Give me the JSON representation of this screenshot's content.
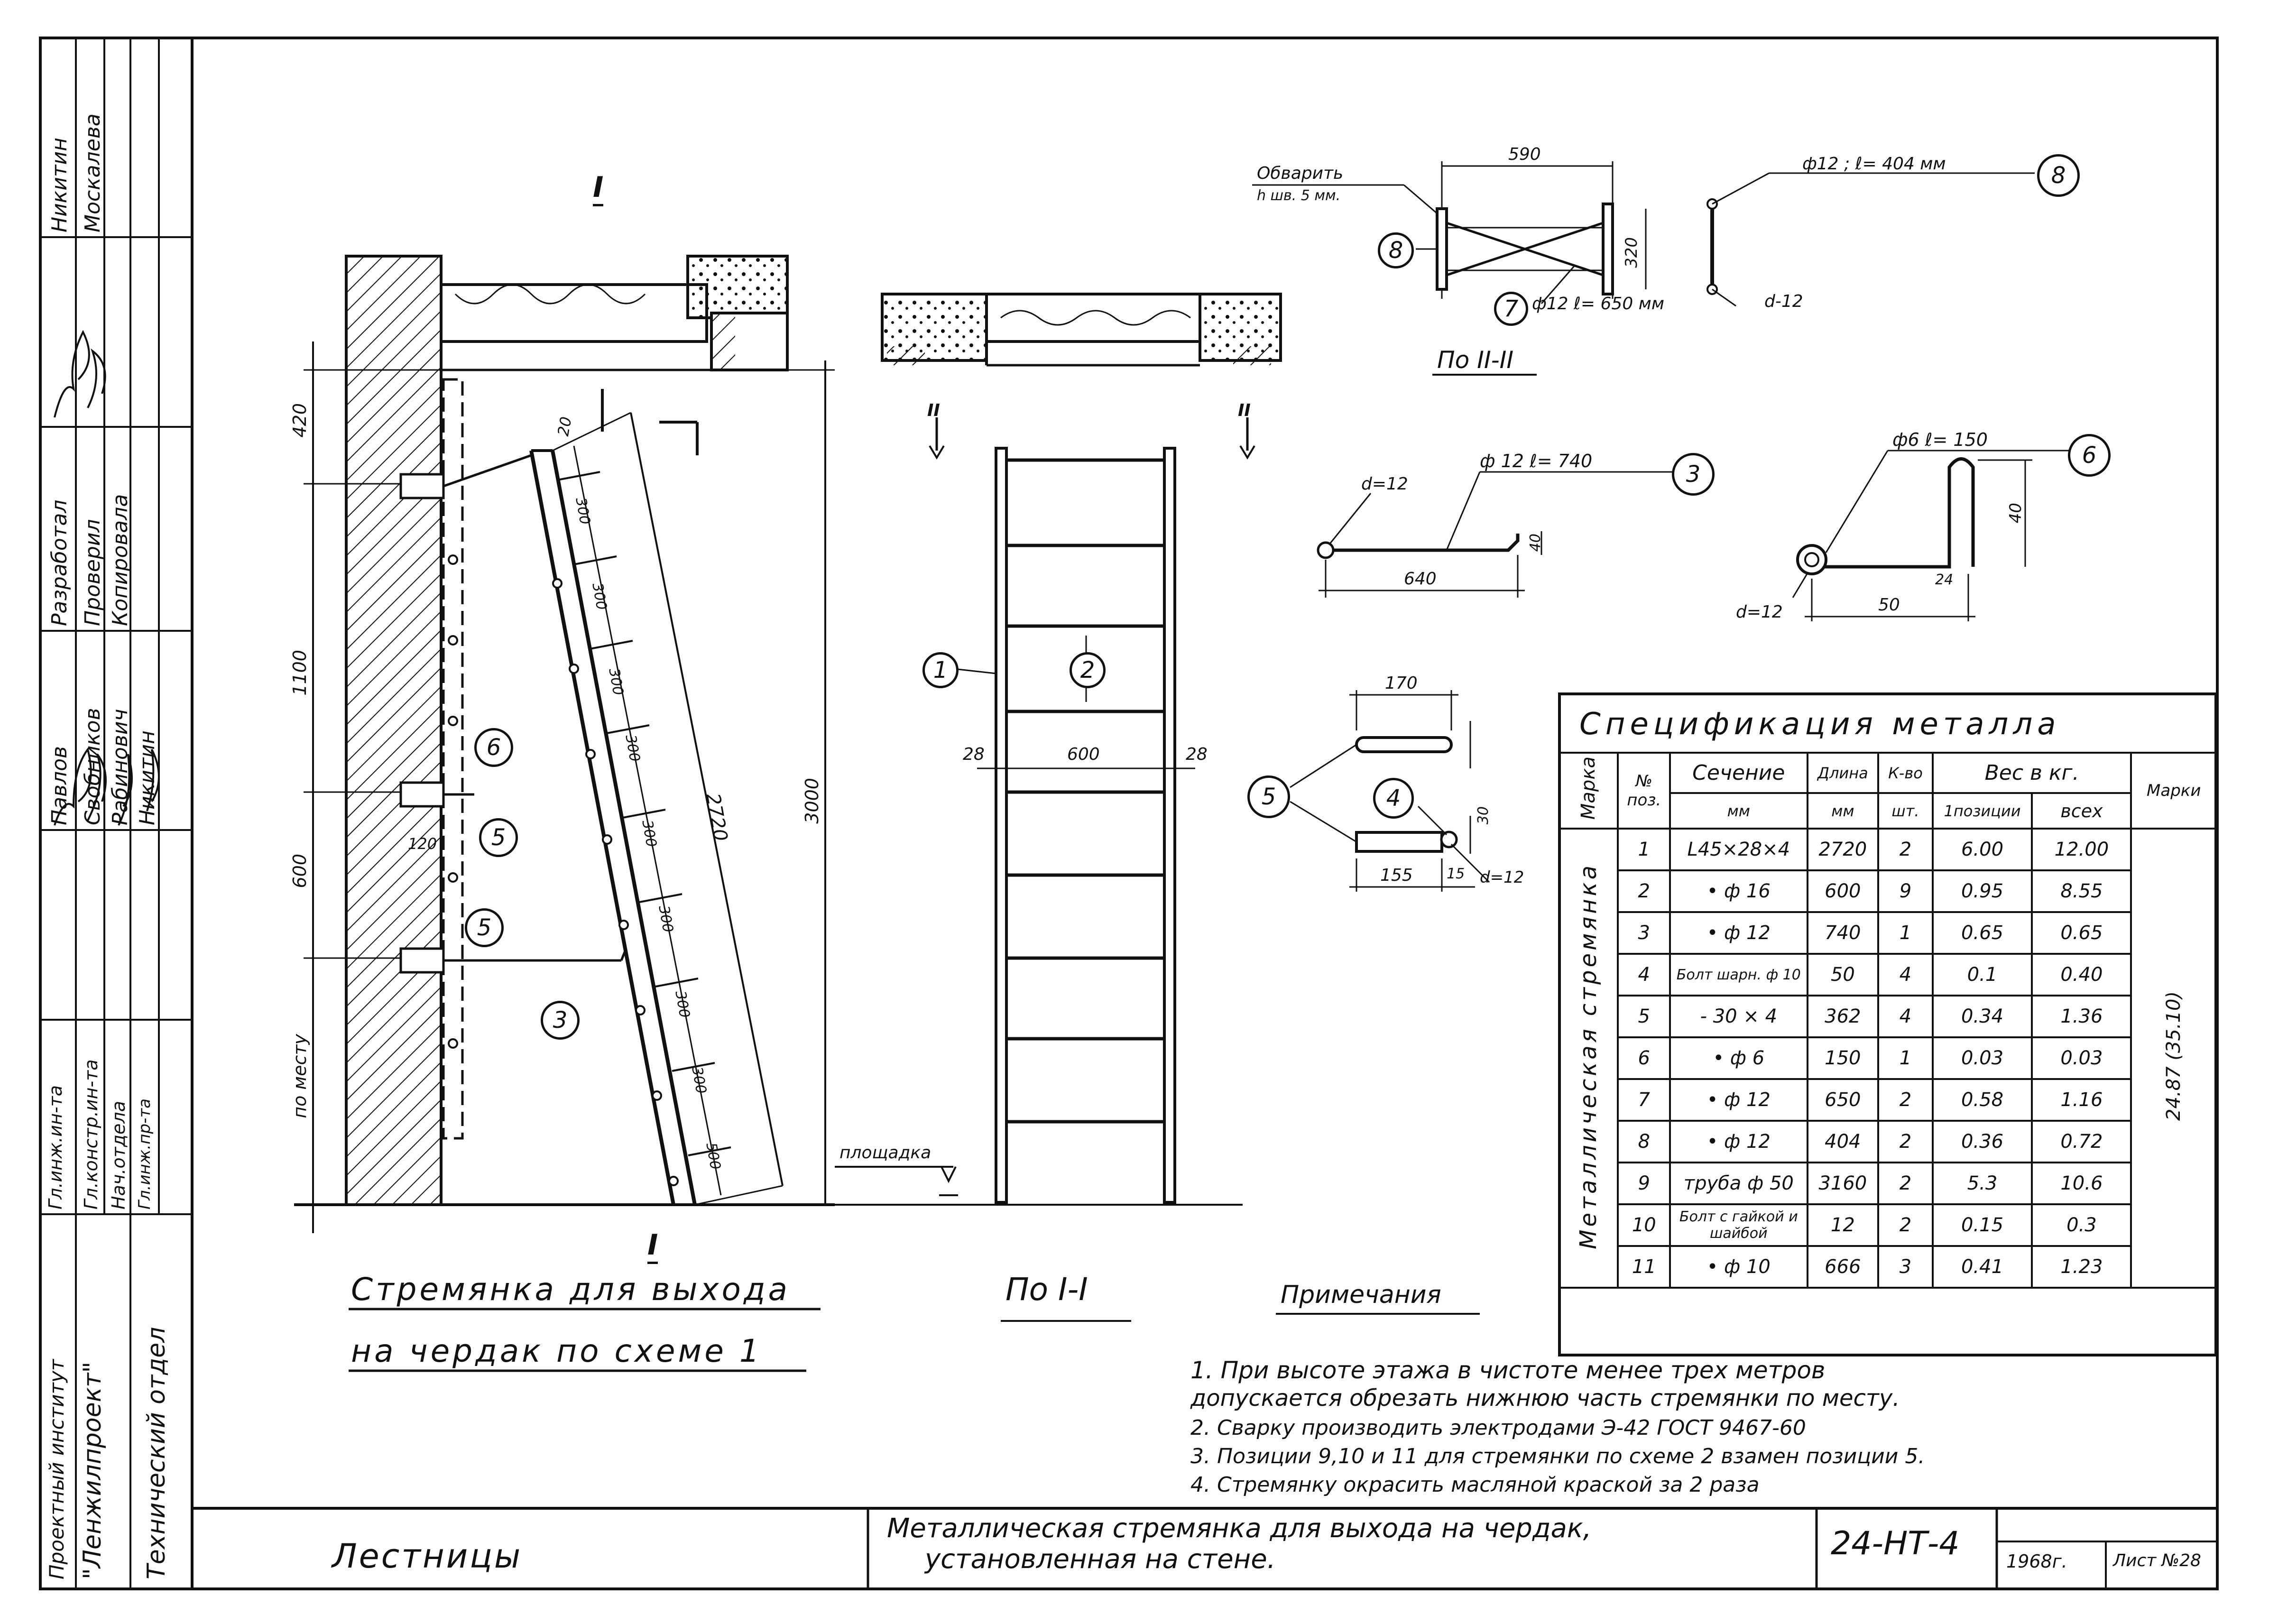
{
  "stamp": {
    "institute": "Проектный институт",
    "org": "\"Ленжилпроект\"",
    "dept": "Технический отдел",
    "roles": [
      "Гл.инж.ин-та",
      "Гл.констр.ин-та",
      "Нач.отдела",
      "Гл.инж.пр-та"
    ],
    "names": [
      "Павлов",
      "Свобников",
      "Рабинович",
      "Никитин"
    ],
    "roles2": [
      "Разработал",
      "Проверил",
      "Копировала"
    ],
    "names2": [
      "Никитин",
      "Москалева"
    ]
  },
  "views": {
    "left_section": "I",
    "left_section_bottom": "I",
    "middle_section": "II",
    "middle_caption": "По I-I",
    "top_caption": "По II-II",
    "ploshchadka": "площадка",
    "po_mestu": "по месту"
  },
  "left_title": {
    "line1": "Стремянка для выхода",
    "line2": "на чердак по схеме 1"
  },
  "dims_left": {
    "d420": "420",
    "d1100": "1100",
    "d600": "600",
    "d3000": "3000",
    "d2720": "2720",
    "d20": "20",
    "d120": "120",
    "s300": "300",
    "s500": "500"
  },
  "dims_middle": {
    "d600": "600",
    "d28a": "28",
    "d28b": "28"
  },
  "details": {
    "obvarit": "Обварить",
    "h5": "h шв. 5 мм.",
    "d590": "590",
    "d320": "320",
    "pos7": "ф12  ℓ= 650 мм",
    "pos8": "ф12 ; ℓ= 404 мм",
    "d12a": "d-12",
    "pos3": "ф 12  ℓ= 740",
    "d12b": "d=12",
    "d640": "640",
    "d40a": "40",
    "pos6": "ф6  ℓ= 150",
    "d12c": "d=12",
    "d50": "50",
    "d24": "24",
    "d40b": "40",
    "d170": "170",
    "d155": "155",
    "d15": "15",
    "d30": "30",
    "d12d": "d=12"
  },
  "callouts": [
    "1",
    "2",
    "3",
    "4",
    "5",
    "6",
    "7",
    "8"
  ],
  "spec": {
    "title": "Спецификация металла",
    "h_marka": "Марка",
    "h_pos": "№ поз.",
    "h_sechenie": "Сечение",
    "h_mm": "мм",
    "h_dlina": "Длина",
    "h_mm2": "мм",
    "h_kvo": "К-во",
    "h_sht": "шт.",
    "h_ves": "Вес в кг.",
    "h_1pos": "1позиции",
    "h_vseh": "всех",
    "h_marki": "Марки",
    "marka_name": "Металлическая стремянка",
    "marka_total": "24.87 (35.10)",
    "rows": [
      [
        "1",
        "L45×28×4",
        "2720",
        "2",
        "6.00",
        "12.00"
      ],
      [
        "2",
        "• ф 16",
        "600",
        "9",
        "0.95",
        "8.55"
      ],
      [
        "3",
        "• ф 12",
        "740",
        "1",
        "0.65",
        "0.65"
      ],
      [
        "4",
        "Болт шарн. ф 10",
        "50",
        "4",
        "0.1",
        "0.40"
      ],
      [
        "5",
        "- 30 × 4",
        "362",
        "4",
        "0.34",
        "1.36"
      ],
      [
        "6",
        "• ф 6",
        "150",
        "1",
        "0.03",
        "0.03"
      ],
      [
        "7",
        "• ф 12",
        "650",
        "2",
        "0.58",
        "1.16"
      ],
      [
        "8",
        "• ф 12",
        "404",
        "2",
        "0.36",
        "0.72"
      ],
      [
        "9",
        "труба ф 50",
        "3160",
        "2",
        "5.3",
        "10.6"
      ],
      [
        "10",
        "Болт с гайкой и шайбой",
        "12",
        "2",
        "0.15",
        "0.3"
      ],
      [
        "11",
        "• ф 10",
        "666",
        "3",
        "0.41",
        "1.23"
      ]
    ]
  },
  "notes": {
    "heading": "Примечания",
    "lines": [
      "1. При высоте этажа в чистоте менее трех метров",
      "    допускается обрезать нижнюю часть стремянки по месту.",
      "2. Сварку производить электродами Э-42 ГОСТ 9467-60",
      "3. Позиции 9,10 и 11 для стремянки по схеме 2 взамен позиции 5.",
      "4. Стремянку окрасить масляной краской за 2 раза"
    ]
  },
  "titleblock": {
    "left": "Лестницы",
    "desc1": "Металлическая стремянка для выхода на чердак,",
    "desc2": "установленная на стене.",
    "code": "24-НТ-4",
    "year": "1968г.",
    "sheet": "Лист №28"
  }
}
